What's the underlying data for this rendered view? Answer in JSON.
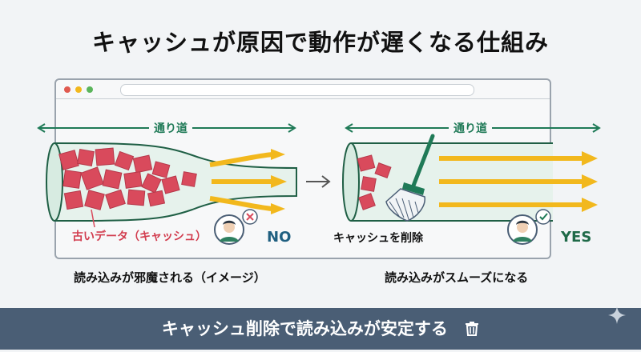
{
  "title": "キャッシュが原因で動作が遅くなる仕組み",
  "left_panel": {
    "road_label": "通り道",
    "old_data_label": "古いデータ（キャッシュ）",
    "status": "NO",
    "caption": "読み込みが邪魔される（イメージ）"
  },
  "right_panel": {
    "road_label": "通り道",
    "action_label": "キャッシュを削除",
    "status": "YES",
    "caption": "読み込みがスムーズになる"
  },
  "footer": {
    "text": "キャッシュ削除で読み込みが安定する",
    "icon": "trash-icon"
  },
  "colors": {
    "accent_green": "#1f7a57",
    "cache_red": "#d94a5c",
    "arrow_yellow": "#f2b81d",
    "footer_bg": "#4a5e75"
  }
}
